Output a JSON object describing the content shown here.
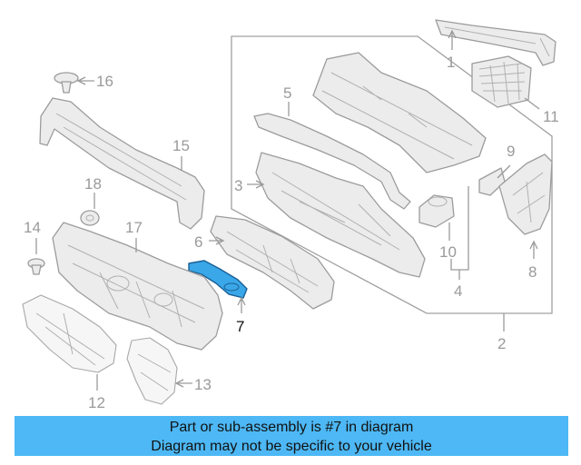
{
  "callouts": [
    {
      "id": "c1",
      "label": "1"
    },
    {
      "id": "c2",
      "label": "2"
    },
    {
      "id": "c3",
      "label": "3"
    },
    {
      "id": "c4",
      "label": "4"
    },
    {
      "id": "c5",
      "label": "5"
    },
    {
      "id": "c6",
      "label": "6"
    },
    {
      "id": "c7",
      "label": "7",
      "highlighted": true
    },
    {
      "id": "c8",
      "label": "8"
    },
    {
      "id": "c9",
      "label": "9"
    },
    {
      "id": "c10",
      "label": "10"
    },
    {
      "id": "c11",
      "label": "11"
    },
    {
      "id": "c12",
      "label": "12"
    },
    {
      "id": "c13",
      "label": "13"
    },
    {
      "id": "c14",
      "label": "14"
    },
    {
      "id": "c15",
      "label": "15"
    },
    {
      "id": "c16",
      "label": "16"
    },
    {
      "id": "c17",
      "label": "17"
    },
    {
      "id": "c18",
      "label": "18"
    }
  ],
  "banner": {
    "line1": "Part or sub-assembly is #7 in diagram",
    "line2": "Diagram may not be specific to your vehicle"
  },
  "colors": {
    "banner": "#4db8f5",
    "highlight_part": "#3aa7e8",
    "line": "#9a9a9a"
  }
}
